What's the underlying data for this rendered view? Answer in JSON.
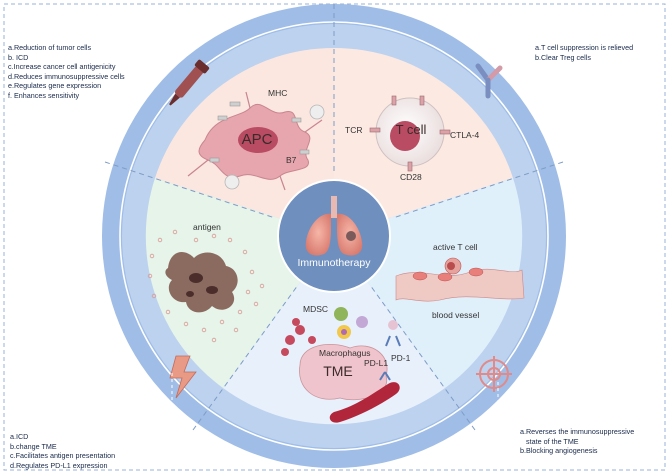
{
  "center": {
    "label": "Immunotherapy"
  },
  "sectors": {
    "apc": {
      "title": "APC",
      "mhc": "MHC",
      "b7": "B7"
    },
    "tcell": {
      "title": "T cell",
      "tcr": "TCR",
      "ctla4": "CTLA-4",
      "cd28": "CD28"
    },
    "vessel": {
      "active_t_cell": "active T cell",
      "blood_vessel": "blood vessel"
    },
    "tme": {
      "title": "TME",
      "mdsc": "MDSC",
      "macrophage": "Macrophagus",
      "pdl1": "PD-L1",
      "pd1": "PD-1"
    },
    "antigen": {
      "label": "antigen"
    }
  },
  "corners": {
    "chemotherapy": {
      "title": "Chemotherapy",
      "items": [
        "a.Reduction of tumor cells",
        "b. ICD",
        "c.Increase cancer cell antigenicity",
        "d.Reduces immunosuppressive cells",
        "e.Regulates gene expression",
        "f. Enhances  sensitivity"
      ]
    },
    "dual": {
      "title": "Dual immunotherapy",
      "items": [
        "a.T cell suppression is relieved",
        "b.Clear Treg cells"
      ]
    },
    "radiotherapy": {
      "title": "Radiotherapy",
      "items": [
        "a.ICD",
        "b.change TME",
        "c.Facilitates antigen presentation",
        "d.Regulates PD-L1 expression"
      ]
    },
    "targeted": {
      "title": "Targeted therapy",
      "items": [
        "a.Reverses the immunosuppressive",
        "state of the TME",
        "b.Blocking angiogenesis"
      ]
    }
  },
  "colors": {
    "outer_ring": "#9fbde6",
    "inner_ring": "#bcd2ef",
    "title_bg": "#9ebde3",
    "apc_sector": "#fbe7e0",
    "tcell_sector": "#fbe9e2",
    "vessel_sector": "#e0f0fb",
    "tme_sector": "#e8f0fb",
    "antigen_sector": "#e6f4ea",
    "center": "#6f8fbf"
  }
}
